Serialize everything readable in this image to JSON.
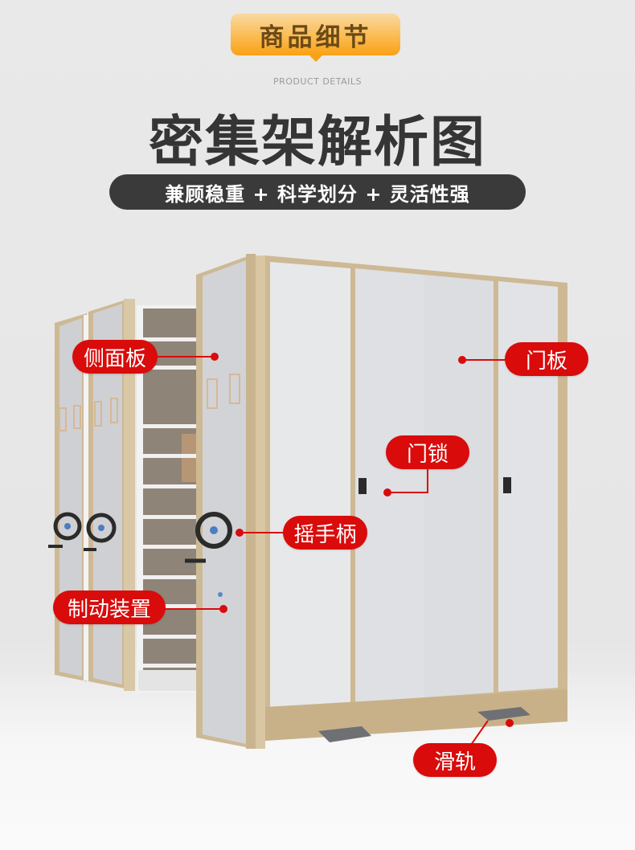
{
  "header": {
    "badge_label": "商品细节",
    "subtitle_en": "PRODUCT DETAILS",
    "title": "密集架解析图",
    "tagline": "兼顾稳重 + 科学划分 + 灵活性强"
  },
  "callouts": {
    "side_panel": "侧面板",
    "door_panel": "门板",
    "door_lock": "门锁",
    "hand_crank": "摇手柄",
    "brake_device": "制动装置",
    "slide_rail": "滑轨"
  },
  "colors": {
    "badge_gradient_top": "#f9d9a0",
    "badge_gradient_bottom": "#f9a114",
    "badge_text": "#6b4a16",
    "title_text": "#353535",
    "tagline_bg": "#3a3a3a",
    "callout_red": "#d90b0b",
    "cabinet_frame": "#cdb994",
    "cabinet_panel": "#dcdde0"
  }
}
